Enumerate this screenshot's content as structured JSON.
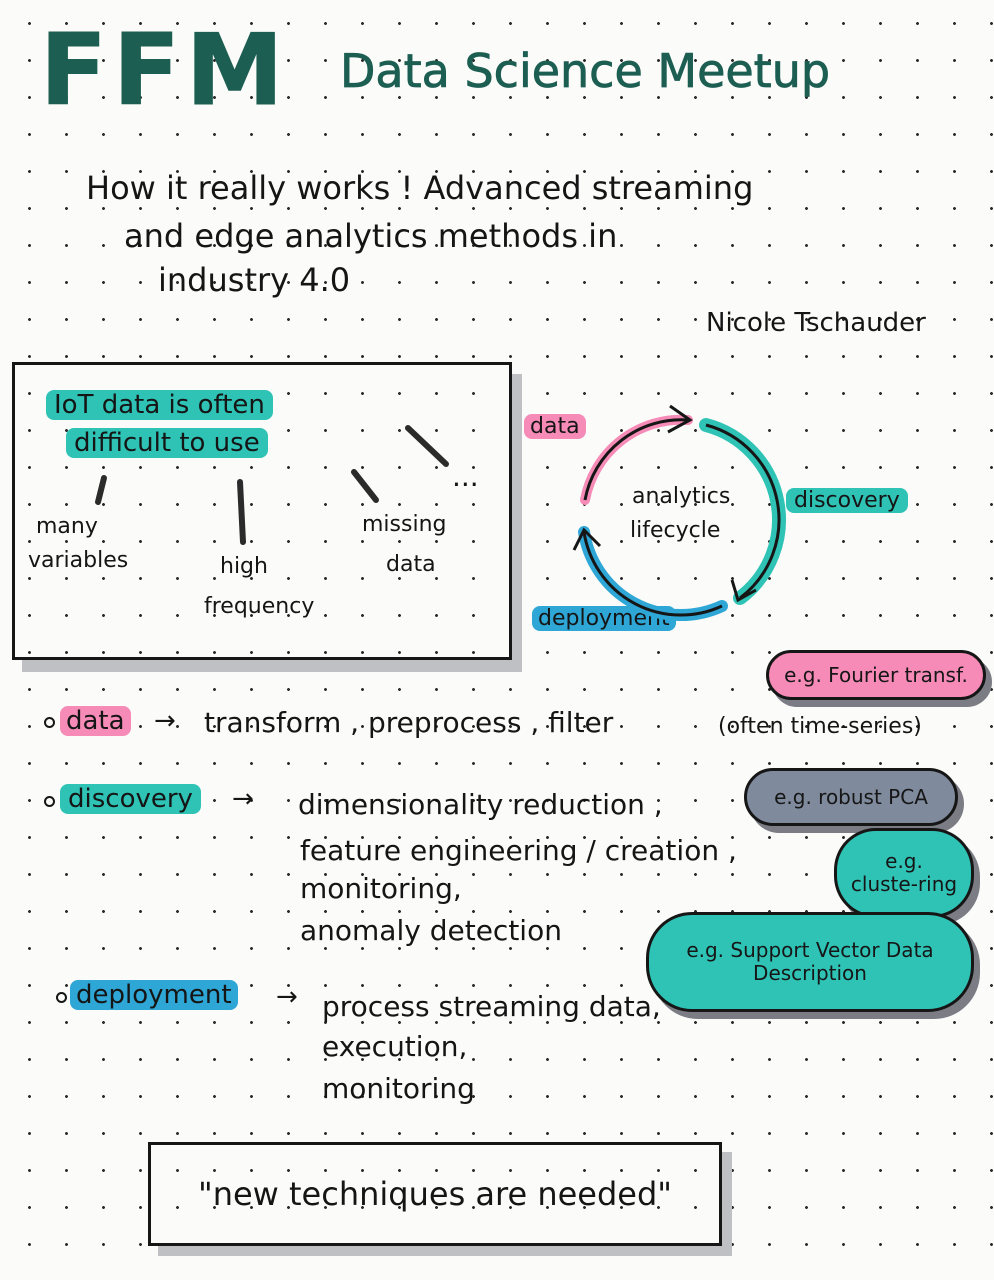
{
  "header": {
    "title_big": "FFM",
    "title_small": "Data Science Meetup"
  },
  "talk": {
    "line1": "How it really works ! Advanced streaming",
    "line2": "and edge analytics methods in",
    "line3": "industry 4.0",
    "author": "Nicole Tschauder"
  },
  "iot_box": {
    "heading_line1": "IoT data is often",
    "heading_line2": "difficult to use",
    "ellipsis": "...",
    "branches": [
      {
        "line1": "many",
        "line2": "variables"
      },
      {
        "line1": "high",
        "line2": "frequency"
      },
      {
        "line1": "missing",
        "line2": "data"
      }
    ]
  },
  "lifecycle": {
    "center_line1": "analytics",
    "center_line2": "lifecycle",
    "label_data": "data",
    "label_discovery": "discovery",
    "label_deployment": "deployment"
  },
  "bullets": {
    "data": {
      "label": "data",
      "arrow": "→",
      "text": "transform , preprocess , filter",
      "note": "(often time-series)",
      "example": "e.g. Fourier transf."
    },
    "discovery": {
      "label": "discovery",
      "arrow": "→",
      "lines": [
        "dimensionality reduction ,",
        "feature engineering / creation ,",
        "monitoring,",
        "anomaly detection"
      ],
      "examples": [
        "e.g. robust PCA",
        "e.g. cluste-ring",
        "e.g. Support Vector Data Description"
      ]
    },
    "deployment": {
      "label": "deployment",
      "arrow": "→",
      "lines": [
        "process streaming data,",
        "execution,",
        "monitoring"
      ]
    }
  },
  "quote": "\"new techniques are needed\"",
  "colors": {
    "teal": "#2fc3b6",
    "pink": "#f58bb6",
    "blue": "#2ea7d6",
    "title_green": "#1d5e52",
    "pill_shadow": "#7b7c84"
  }
}
